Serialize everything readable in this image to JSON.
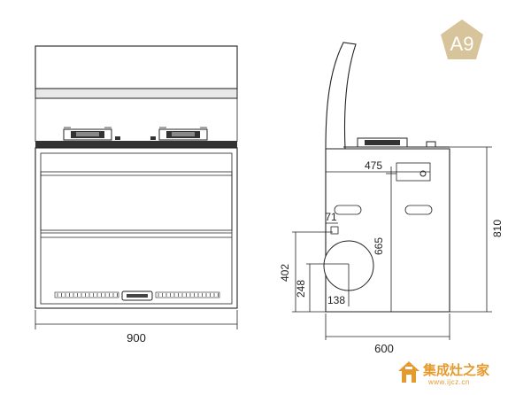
{
  "badge": {
    "label": "A9",
    "color": "#d8c49a"
  },
  "front_view": {
    "width_label": "900"
  },
  "side_view": {
    "depth_label": "600",
    "height_label": "810",
    "duct_top_label": "475",
    "duct_height_label": "665",
    "outlet_offset_label": "71",
    "outlet_height_label": "402",
    "circle_height_label": "248",
    "circle_offset_label": "138"
  },
  "watermark": {
    "name": "集成灶之家",
    "url": "www.ijcz.cn",
    "accent": "#e69a2e"
  },
  "colors": {
    "line": "#222222",
    "panel": "#e8e8e8"
  }
}
